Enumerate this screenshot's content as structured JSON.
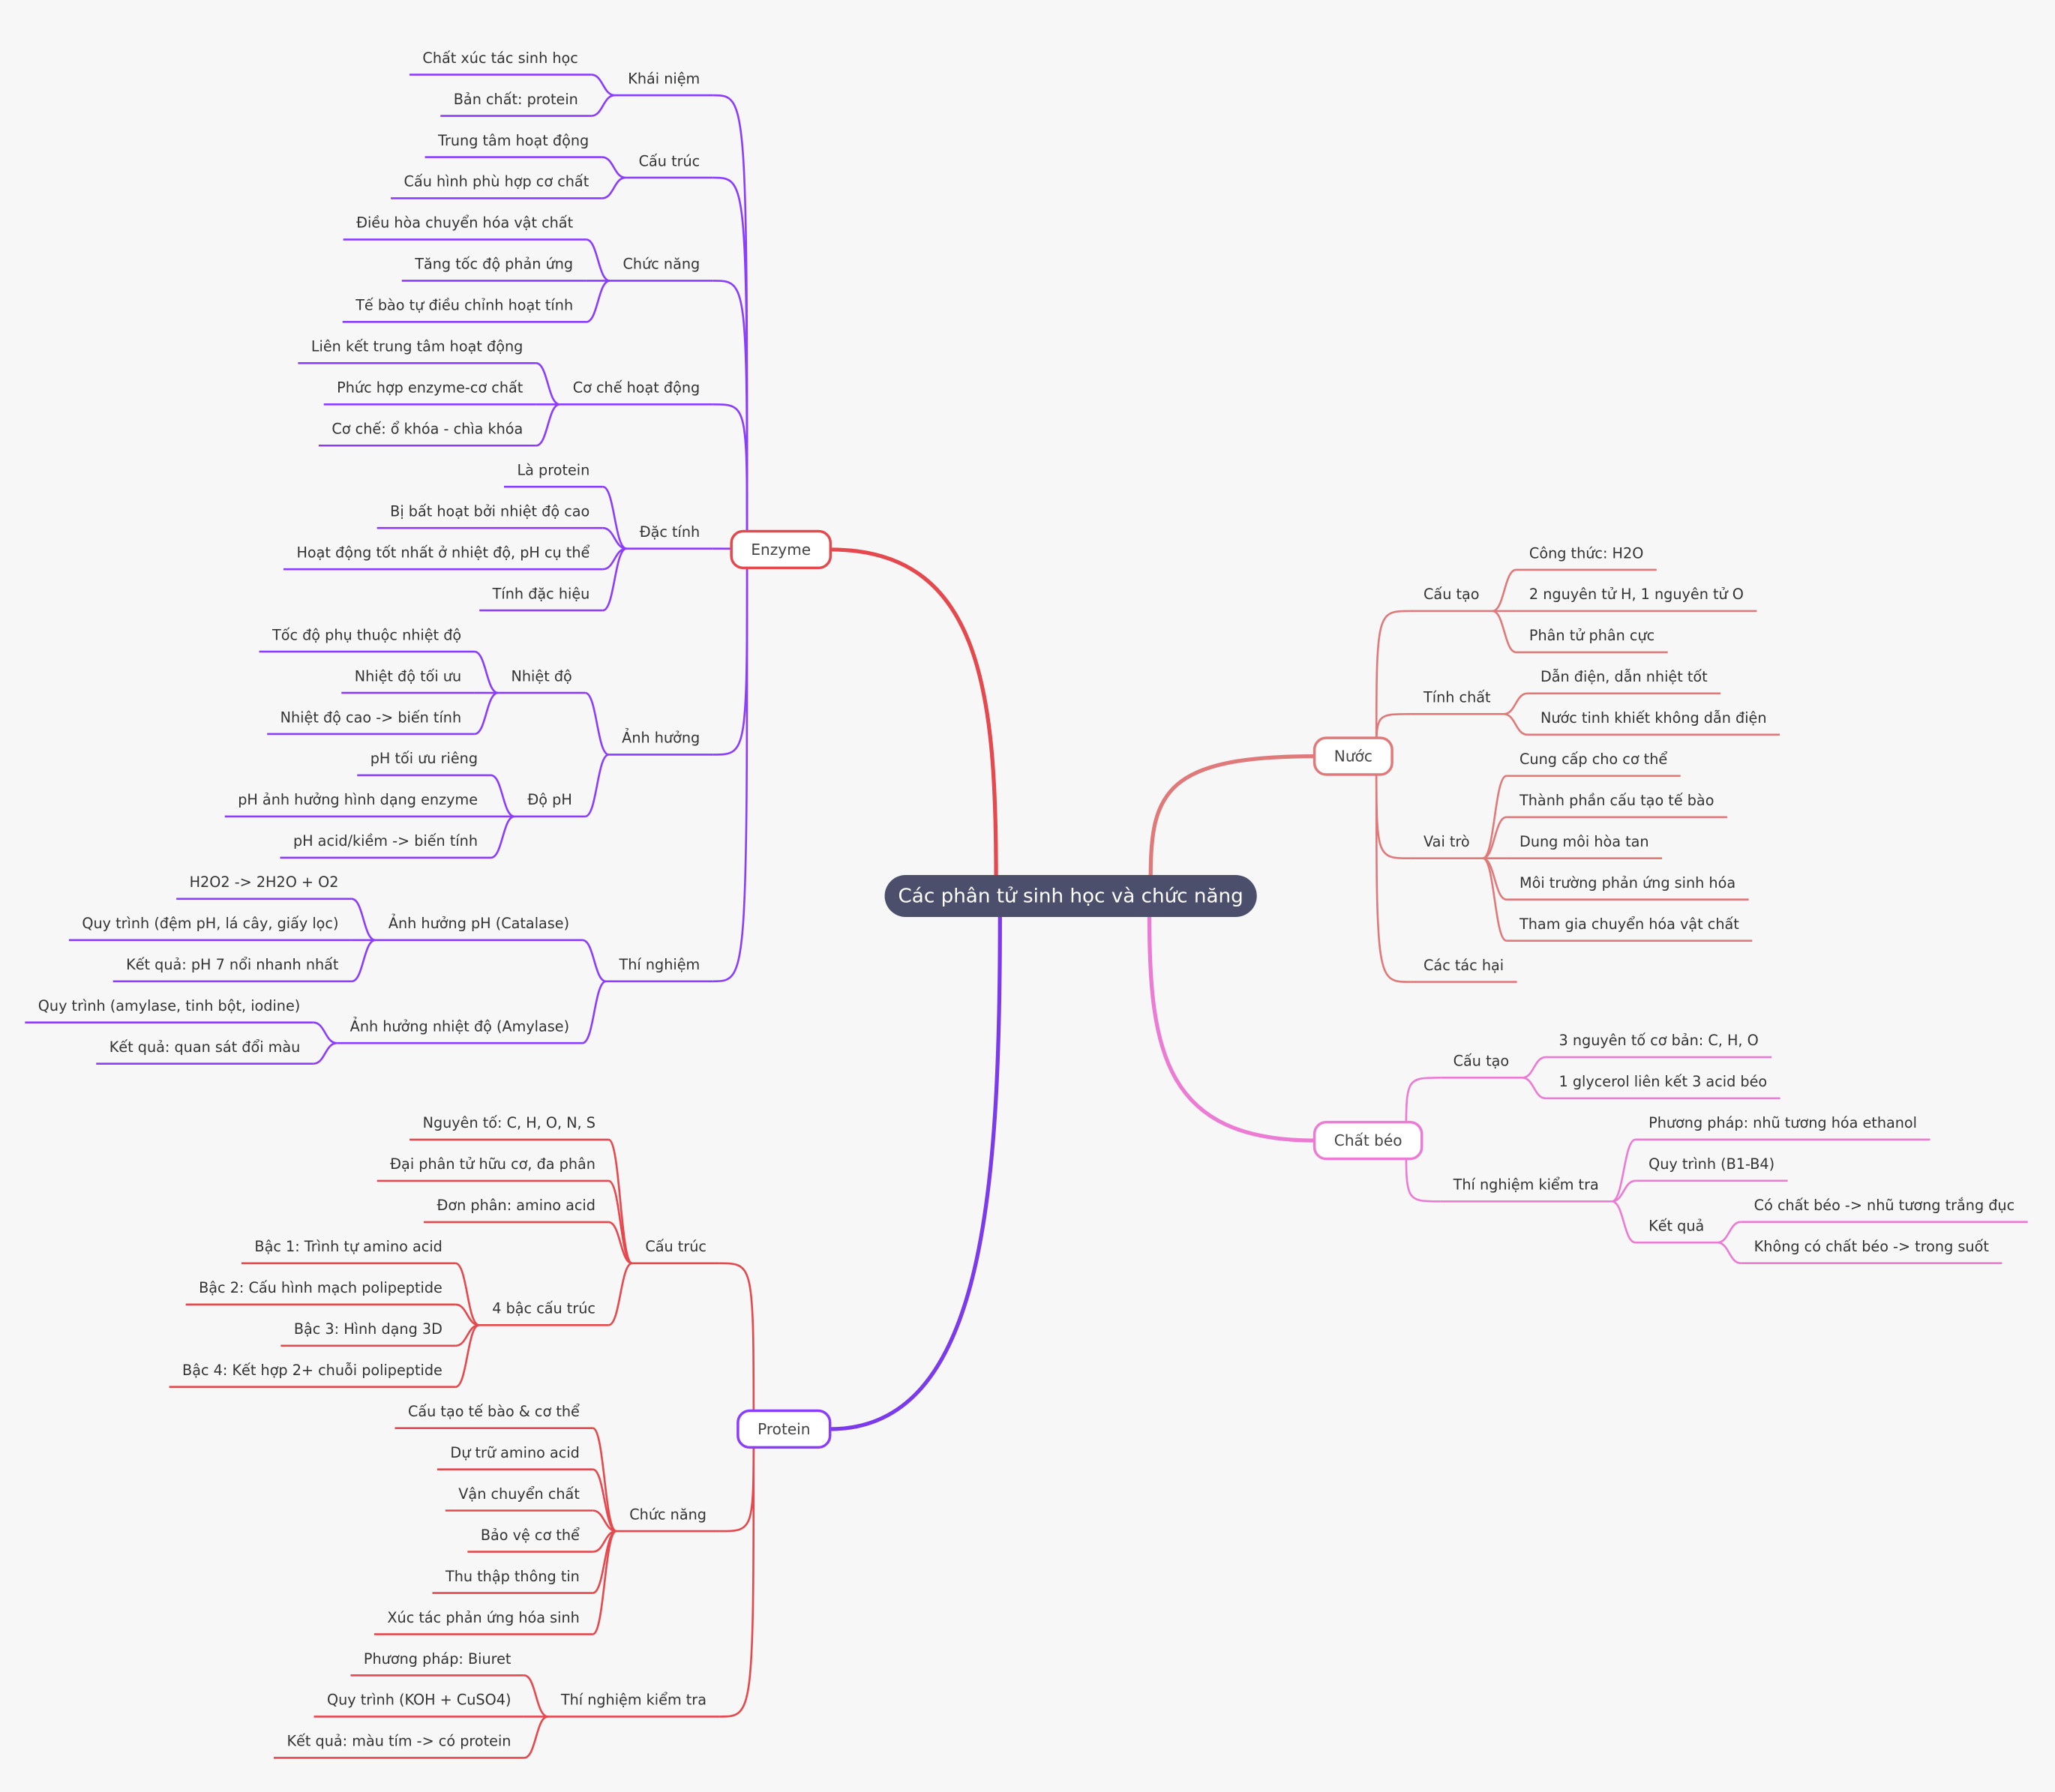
{
  "root": {
    "title": "Các phân tử sinh học và chức năng",
    "color": "#4b4f6b"
  },
  "branches": [
    {
      "label": "Enzyme",
      "side": "left",
      "border": "#e5484d",
      "line": "#8b3dff",
      "rootLine": "#e5484d",
      "children": [
        {
          "label": "Khái niệm",
          "children": [
            {
              "label": "Chất xúc tác sinh học"
            },
            {
              "label": "Bản chất: protein"
            }
          ]
        },
        {
          "label": "Cấu trúc",
          "children": [
            {
              "label": "Trung tâm hoạt động"
            },
            {
              "label": "Cấu hình phù hợp cơ chất"
            }
          ]
        },
        {
          "label": "Chức năng",
          "children": [
            {
              "label": "Điều hòa chuyển hóa vật chất"
            },
            {
              "label": "Tăng tốc độ phản ứng"
            },
            {
              "label": "Tế bào tự điều chỉnh hoạt tính"
            }
          ]
        },
        {
          "label": "Cơ chế hoạt động",
          "children": [
            {
              "label": "Liên kết trung tâm hoạt động"
            },
            {
              "label": "Phức hợp enzyme-cơ chất"
            },
            {
              "label": "Cơ chế: ổ khóa - chìa khóa"
            }
          ]
        },
        {
          "label": "Đặc tính",
          "children": [
            {
              "label": "Là protein"
            },
            {
              "label": "Bị bất hoạt bởi nhiệt độ cao"
            },
            {
              "label": "Hoạt động tốt nhất ở nhiệt độ, pH cụ thể"
            },
            {
              "label": "Tính đặc hiệu"
            }
          ]
        },
        {
          "label": "Ảnh hưởng",
          "children": [
            {
              "label": "Nhiệt độ",
              "children": [
                {
                  "label": "Tốc độ phụ thuộc nhiệt độ"
                },
                {
                  "label": "Nhiệt độ tối ưu"
                },
                {
                  "label": "Nhiệt độ cao -> biến tính"
                }
              ]
            },
            {
              "label": "Độ pH",
              "children": [
                {
                  "label": "pH tối ưu riêng"
                },
                {
                  "label": "pH ảnh hưởng hình dạng enzyme"
                },
                {
                  "label": "pH acid/kiềm -> biến tính"
                }
              ]
            }
          ]
        },
        {
          "label": "Thí nghiệm",
          "children": [
            {
              "label": "Ảnh hưởng pH (Catalase)",
              "children": [
                {
                  "label": "H2O2 -> 2H2O + O2"
                },
                {
                  "label": "Quy trình (đệm pH, lá cây, giấy lọc)"
                },
                {
                  "label": "Kết quả: pH 7 nổi nhanh nhất"
                }
              ]
            },
            {
              "label": "Ảnh hưởng nhiệt độ (Amylase)",
              "children": [
                {
                  "label": "Quy trình (amylase, tinh bột, iodine)"
                },
                {
                  "label": "Kết quả: quan sát đổi màu"
                }
              ]
            }
          ]
        }
      ]
    },
    {
      "label": "Protein",
      "side": "left",
      "border": "#8b3dff",
      "line": "#e5484d",
      "rootLine": "#7c3aed",
      "children": [
        {
          "label": "Cấu trúc",
          "children": [
            {
              "label": "Nguyên tố: C, H, O, N, S"
            },
            {
              "label": "Đại phân tử hữu cơ, đa phân"
            },
            {
              "label": "Đơn phân: amino acid"
            },
            {
              "label": "4 bậc cấu trúc",
              "children": [
                {
                  "label": "Bậc 1: Trình tự amino acid"
                },
                {
                  "label": "Bậc 2: Cấu hình mạch polipeptide"
                },
                {
                  "label": "Bậc 3: Hình dạng 3D"
                },
                {
                  "label": "Bậc 4: Kết hợp 2+ chuỗi polipeptide"
                }
              ]
            }
          ]
        },
        {
          "label": "Chức năng",
          "children": [
            {
              "label": "Cấu tạo tế bào & cơ thể"
            },
            {
              "label": "Dự trữ amino acid"
            },
            {
              "label": "Vận chuyển chất"
            },
            {
              "label": "Bảo vệ cơ thể"
            },
            {
              "label": "Thu thập thông tin"
            },
            {
              "label": "Xúc tác phản ứng hóa sinh"
            }
          ]
        },
        {
          "label": "Thí nghiệm kiểm tra",
          "children": [
            {
              "label": "Phương pháp: Biuret"
            },
            {
              "label": "Quy trình (KOH + CuSO4)"
            },
            {
              "label": "Kết quả: màu tím -> có protein"
            }
          ]
        }
      ]
    },
    {
      "label": "Nước",
      "side": "right",
      "border": "#e07a7a",
      "line": "#e07a7a",
      "rootLine": "#e07a7a",
      "children": [
        {
          "label": "Cấu tạo",
          "children": [
            {
              "label": "Công thức: H2O"
            },
            {
              "label": "2 nguyên tử H, 1 nguyên tử O"
            },
            {
              "label": "Phân tử phân cực"
            }
          ]
        },
        {
          "label": "Tính chất",
          "children": [
            {
              "label": "Dẫn điện, dẫn nhiệt tốt"
            },
            {
              "label": "Nước tinh khiết không dẫn điện"
            }
          ]
        },
        {
          "label": "Vai trò",
          "children": [
            {
              "label": "Cung cấp cho cơ thể"
            },
            {
              "label": "Thành phần cấu tạo tế bào"
            },
            {
              "label": "Dung môi hòa tan"
            },
            {
              "label": "Môi trường phản ứng sinh hóa"
            },
            {
              "label": "Tham gia chuyển hóa vật chất"
            }
          ]
        },
        {
          "label": "Các tác hại"
        }
      ]
    },
    {
      "label": "Chất béo",
      "side": "right",
      "border": "#ec7bd3",
      "line": "#ec7bd3",
      "rootLine": "#ec7bd3",
      "children": [
        {
          "label": "Cấu tạo",
          "children": [
            {
              "label": "3 nguyên tố cơ bản: C, H, O"
            },
            {
              "label": "1 glycerol liên kết 3 acid béo"
            }
          ]
        },
        {
          "label": "Thí nghiệm kiểm tra",
          "children": [
            {
              "label": "Phương pháp: nhũ tương hóa ethanol"
            },
            {
              "label": "Quy trình (B1-B4)"
            },
            {
              "label": "Kết quả",
              "children": [
                {
                  "label": "Có chất béo -> nhũ tương trắng đục"
                },
                {
                  "label": "Không có chất béo -> trong suốt"
                }
              ]
            }
          ]
        }
      ]
    }
  ]
}
